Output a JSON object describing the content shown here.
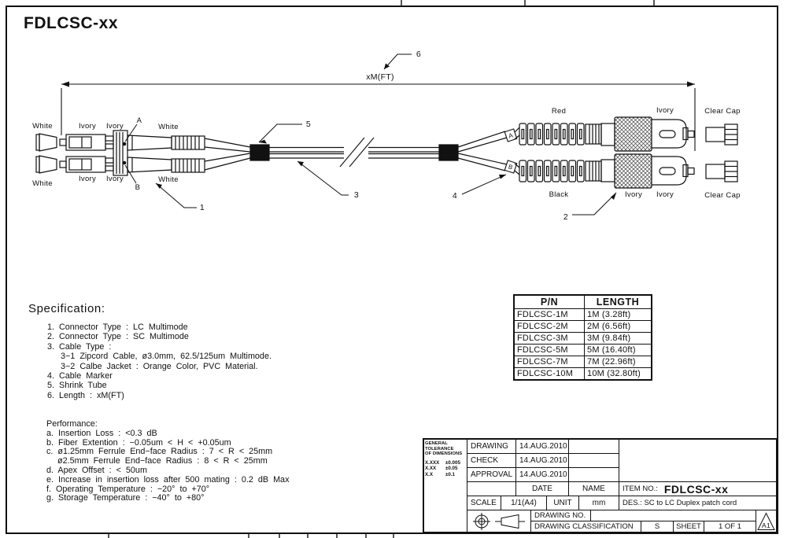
{
  "page": {
    "title": "FDLCSC-xx"
  },
  "diagram": {
    "dimension_label": "xM(FT)",
    "labels": {
      "white_cap_top": "White",
      "white_cap_bottom": "White",
      "ivory_top_1": "Ivory",
      "ivory_top_2": "Ivory",
      "ivory_bottom_1": "Ivory",
      "ivory_bottom_2": "Ivory",
      "white_boot_top": "White",
      "white_boot_bottom": "White",
      "marker_a": "A",
      "marker_b": "B",
      "tag_a": "A",
      "tag_b": "B",
      "red": "Red",
      "black": "Black",
      "ivory_sc_top": "Ivory",
      "ivory_sc_bottom_1": "Ivory",
      "ivory_sc_bottom_2": "Ivory",
      "clear_cap_top": "Clear Cap",
      "clear_cap_bottom": "Clear Cap"
    },
    "callouts": {
      "n1": "1",
      "n2": "2",
      "n3": "3",
      "n4": "4",
      "n5": "5",
      "n6": "6"
    }
  },
  "spec": {
    "heading": "Specification:",
    "items": [
      "1. Connector Type : LC Multimode",
      "2. Connector Type : SC Multimode",
      "3. Cable Type :",
      "3−1 Zipcord Cable, ø3.0mm, 62.5/125um Multimode.",
      "3−2 Calbe Jacket : Orange Color, PVC Material.",
      "4. Cable Marker",
      "5. Shrink Tube",
      "6. Length : xM(FT)"
    ]
  },
  "performance": {
    "heading": "Performance:",
    "items": [
      "a. Insertion Loss : <0.3 dB",
      "b. Fiber Extention : −0.05um < H < +0.05um",
      "c. ø1.25mm Ferrule End−face Radius : 7 < R < 25mm",
      "ø2.5mm Ferrule End−face Radius : 8 < R < 25mm",
      "d. Apex Offset : < 50um",
      "e. Increase in insertion loss after 500 mating : 0.2 dB Max",
      "f. Operating Temperature : −20° to +70°",
      "g. Storage Temperature : −40° to +80°"
    ]
  },
  "pn_table": {
    "headers": [
      "P/N",
      "LENGTH"
    ],
    "rows": [
      [
        "FDLCSC-1M",
        "1M (3.28ft)"
      ],
      [
        "FDLCSC-2M",
        "2M (6.56ft)"
      ],
      [
        "FDLCSC-3M",
        "3M (9.84ft)"
      ],
      [
        "FDLCSC-5M",
        "5M (16.40ft)"
      ],
      [
        "FDLCSC-7M",
        "7M (22.96ft)"
      ],
      [
        "FDLCSC-10M",
        "10M (32.80ft)"
      ]
    ]
  },
  "title_block": {
    "tolerance": {
      "head1": "GENERAL",
      "head2": "TOLERANCE",
      "head3": "OF DIMENSIONS",
      "values": [
        [
          "X.XXX",
          "±0.005"
        ],
        [
          "X.XX",
          "±0.05"
        ],
        [
          "X.X",
          "±0.1"
        ]
      ]
    },
    "rows": [
      {
        "label": "DRAWING",
        "date": "14.AUG.2010"
      },
      {
        "label": "CHECK",
        "date": "14.AUG.2010"
      },
      {
        "label": "APPROVAL",
        "date": "14.AUG.2010"
      }
    ],
    "date_header": "DATE",
    "name_header": "NAME",
    "item_no_label": "ITEM NO.:",
    "item_no_value": "FDLCSC-xx",
    "scale_label": "SCALE",
    "scale_value": "1/1(A4)",
    "unit_label": "UNIT",
    "unit_value": "mm",
    "des": "DES.: SC to LC Duplex patch cord",
    "drawing_no_label": "DRAWING NO.",
    "classification_label": "DRAWING CLASSIFICATION",
    "classification_value": "S",
    "sheet_label": "SHEET",
    "sheet_value": "1 OF 1",
    "size_code": "A1"
  },
  "colors": {
    "line": "#111111",
    "background": "#ffffff"
  }
}
